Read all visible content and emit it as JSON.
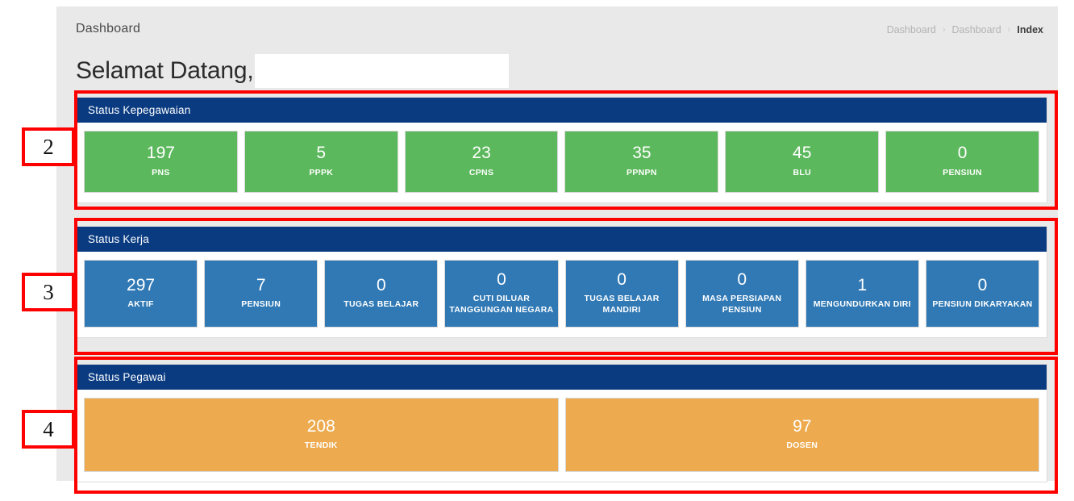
{
  "header": {
    "page_title": "Dashboard",
    "breadcrumb": [
      {
        "label": "Dashboard",
        "active": false
      },
      {
        "label": "Dashboard",
        "active": false
      },
      {
        "label": "Index",
        "active": true
      }
    ],
    "separator": "›"
  },
  "welcome": {
    "greeting": "Selamat Datang,",
    "name_redacted": ""
  },
  "colors": {
    "panel_header": "#0a3b81",
    "green": "#5cb85c",
    "blue": "#3079b5",
    "orange": "#edaa4e",
    "annotation": "#ff0000",
    "surface": "#e9e9e9"
  },
  "panels": [
    {
      "id": "status-kepegawaian",
      "title": "Status Kepegawaian",
      "accent": "green",
      "cards": [
        {
          "value": "197",
          "label": "PNS"
        },
        {
          "value": "5",
          "label": "PPPK"
        },
        {
          "value": "23",
          "label": "CPNS"
        },
        {
          "value": "35",
          "label": "PPNPN"
        },
        {
          "value": "45",
          "label": "BLU"
        },
        {
          "value": "0",
          "label": "PENSIUN"
        }
      ]
    },
    {
      "id": "status-kerja",
      "title": "Status Kerja",
      "accent": "blue",
      "cards": [
        {
          "value": "297",
          "label": "AKTIF"
        },
        {
          "value": "7",
          "label": "PENSIUN"
        },
        {
          "value": "0",
          "label": "TUGAS BELAJAR"
        },
        {
          "value": "0",
          "label": "CUTI DILUAR TANGGUNGAN NEGARA"
        },
        {
          "value": "0",
          "label": "TUGAS BELAJAR MANDIRI"
        },
        {
          "value": "0",
          "label": "MASA PERSIAPAN PENSIUN"
        },
        {
          "value": "1",
          "label": "MENGUNDURKAN DIRI"
        },
        {
          "value": "0",
          "label": "PENSIUN DIKARYAKAN"
        }
      ]
    },
    {
      "id": "status-pegawai",
      "title": "Status Pegawai",
      "accent": "orange",
      "cards": [
        {
          "value": "208",
          "label": "TENDIK"
        },
        {
          "value": "97",
          "label": "DOSEN"
        }
      ]
    }
  ],
  "annotations": [
    {
      "number": "2",
      "target": "status-kepegawaian"
    },
    {
      "number": "3",
      "target": "status-kerja"
    },
    {
      "number": "4",
      "target": "status-pegawai"
    }
  ]
}
